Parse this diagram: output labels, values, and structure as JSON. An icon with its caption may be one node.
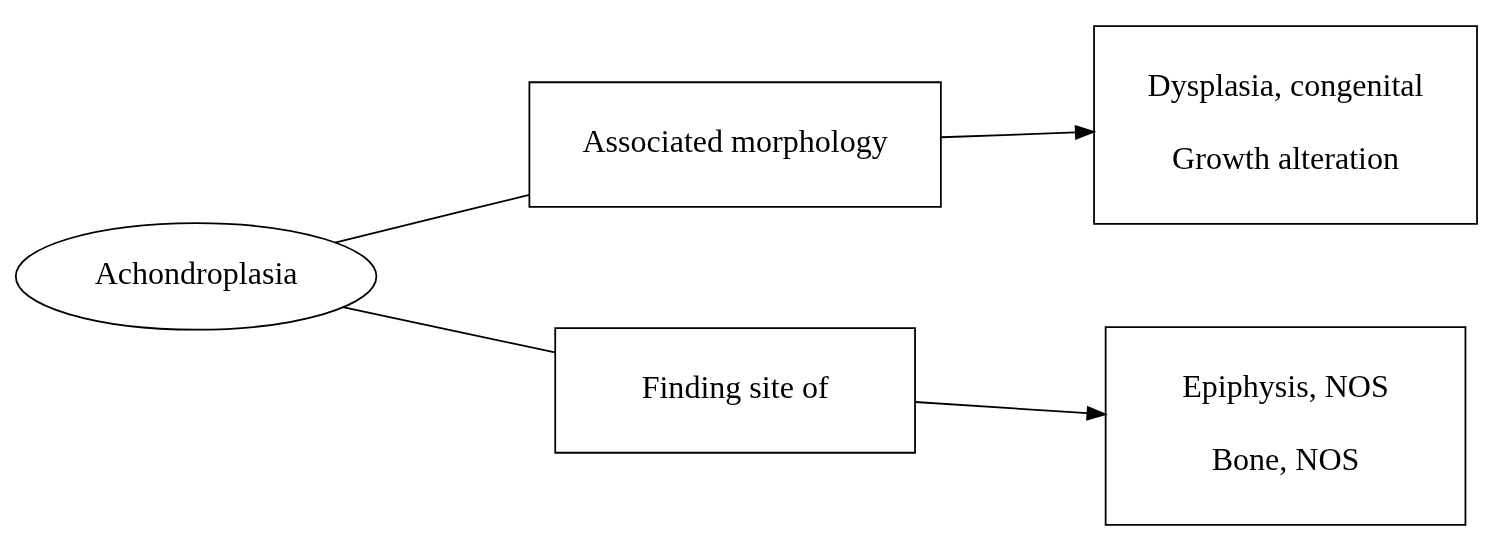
{
  "diagram": {
    "nodes": [
      {
        "text": [
          "Achondroplasia"
        ]
      },
      {
        "text": [
          "Associated morphology"
        ]
      },
      {
        "text": [
          "Dysplasia, congenital",
          "Growth alteration"
        ]
      },
      {
        "text": [
          "Finding site of"
        ]
      },
      {
        "text": [
          "Epiphysis, NOS",
          "Bone, NOS"
        ]
      }
    ],
    "edges": [
      {
        "from": 0,
        "to": 1,
        "arrow": "none"
      },
      {
        "from": 1,
        "to": 2,
        "arrow": "to"
      },
      {
        "from": 0,
        "to": 3,
        "arrow": "none"
      },
      {
        "from": 3,
        "to": 4,
        "arrow": "to"
      }
    ]
  }
}
